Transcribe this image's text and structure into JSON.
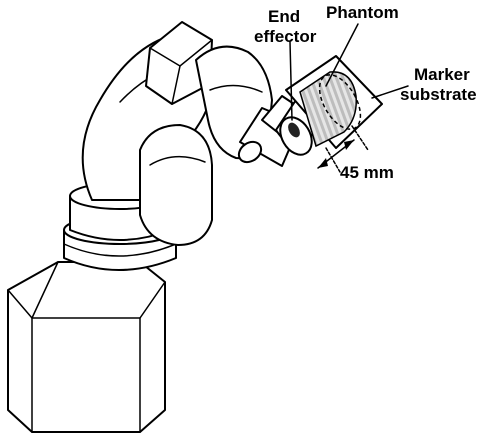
{
  "labels": {
    "end_effector_line1": "End",
    "end_effector_line2": "effector",
    "phantom": "Phantom",
    "marker_line1": "Marker",
    "marker_line2": "substrate",
    "dimension": "45 mm"
  }
}
